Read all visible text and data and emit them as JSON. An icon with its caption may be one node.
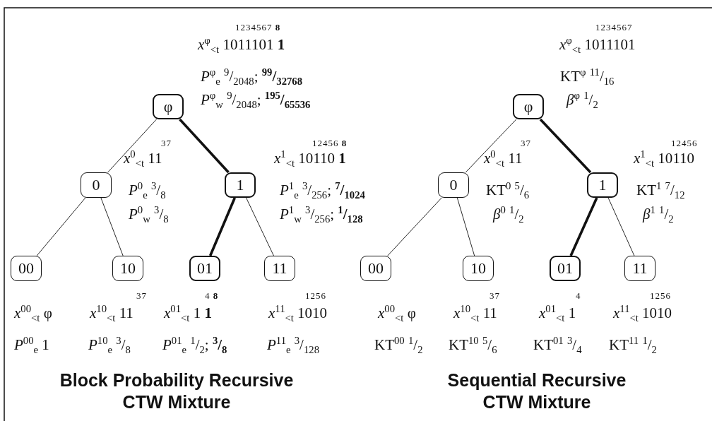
{
  "diagram": {
    "nodes": [
      {
        "text": [
          "φ"
        ],
        "beside": [
          "1234567 **8**",
          "*x*$^{φ}$$_{<t}$ 1011101 **1**",
          "*P*$^{φ}$$_{e}$ $^{9}$/$_{2048}$; **$^{99}$/$_{32768}$**",
          "*P*$^{φ}$$_{w}$ $^{9}$/$_{2048}$; **$^{195}$/$_{65536}$**"
        ]
      },
      {
        "text": [
          "0"
        ],
        "beside": [
          "37",
          "*x*$^{0}$$_{<t}$ 11",
          "*P*$^{0}$$_{e}$ $^{3}$/$_{8}$",
          "*P*$^{0}$$_{w}$ $^{3}$/$_{8}$"
        ]
      },
      {
        "text": [
          "1"
        ],
        "beside": [
          "12456 **8**",
          "*x*$^{1}$$_{<t}$ 10110 **1**",
          "*P*$^{1}$$_{e}$ $^{3}$/$_{256}$; **$^{7}$/$_{1024}$**",
          "*P*$^{1}$$_{w}$ $^{3}$/$_{256}$; **$^{1}$/$_{128}$**"
        ]
      },
      {
        "text": [
          "00"
        ],
        "beside": [
          "*x*$^{00}$$_{<t}$ φ",
          "*P*$^{00}$$_{e}$ 1"
        ]
      },
      {
        "text": [
          "10"
        ],
        "beside": [
          "37",
          "*x*$^{10}$$_{<t}$ 11",
          "*P*$^{10}$$_{e}$ $^{3}$/$_{8}$"
        ]
      },
      {
        "text": [
          "01"
        ],
        "beside": [
          "4 **8**",
          "*x*$^{01}$$_{<t}$ 1 **1**",
          "*P*$^{01}$$_{e}$ $^{1}$/$_{2}$; **$^{3}$/$_{8}$**"
        ]
      },
      {
        "text": [
          "11"
        ],
        "beside": [
          "1256",
          "*x*$^{11}$$_{<t}$ 1010",
          "*P*$^{11}$$_{e}$ $^{3}$/$_{128}$"
        ]
      },
      {
        "text": [
          "φ"
        ],
        "beside": [
          "1234567",
          "*x*$^{φ}$$_{<t}$ 1011101",
          "KT$^{φ}$ $^{11}$/$_{16}$",
          "*β*$^{φ}$ $^{1}$/$_{2}$"
        ]
      },
      {
        "text": [
          "0"
        ],
        "beside": [
          "37",
          "*x*$^{0}$$_{<t}$ 11",
          "KT$^{0}$ $^{5}$/$_{6}$",
          "*β*$^{0}$ $^{1}$/$_{2}$"
        ]
      },
      {
        "text": [
          "1"
        ],
        "beside": [
          "12456",
          "*x*$^{1}$$_{<t}$ 10110",
          "KT$^{1}$ $^{7}$/$_{12}$",
          "*β*$^{1}$ $^{1}$/$_{2}$"
        ]
      },
      {
        "text": [
          "00"
        ],
        "beside": [
          "*x*$^{00}$$_{<t}$ φ",
          "KT$^{00}$ $^{1}$/$_{2}$"
        ]
      },
      {
        "text": [
          "10"
        ],
        "beside": [
          "37",
          "*x*$^{10}$$_{<t}$ 11",
          "KT$^{10}$ $^{5}$/$_{6}$"
        ]
      },
      {
        "text": [
          "01"
        ],
        "beside": [
          "4",
          "*x*$^{01}$$_{<t}$ 1",
          "KT$^{01}$ $^{3}$/$_{4}$"
        ]
      },
      {
        "text": [
          "11"
        ],
        "beside": [
          "1256",
          "*x*$^{11}$$_{<t}$ 1010",
          "KT$^{11}$ $^{1}$/$_{2}$"
        ]
      }
    ],
    "edges": [
      {
        "from": 0,
        "to": 1,
        "arrow": "none"
      },
      {
        "from": 0,
        "to": 2,
        "arrow": "none",
        "style": "thick"
      },
      {
        "from": 1,
        "to": 3,
        "arrow": "none"
      },
      {
        "from": 1,
        "to": 4,
        "arrow": "none"
      },
      {
        "from": 2,
        "to": 5,
        "arrow": "none",
        "style": "thick"
      },
      {
        "from": 2,
        "to": 6,
        "arrow": "none"
      },
      {
        "from": 7,
        "to": 8,
        "arrow": "none"
      },
      {
        "from": 7,
        "to": 9,
        "arrow": "none",
        "style": "thick"
      },
      {
        "from": 8,
        "to": 10,
        "arrow": "none"
      },
      {
        "from": 8,
        "to": 11,
        "arrow": "none"
      },
      {
        "from": 9,
        "to": 12,
        "arrow": "none",
        "style": "thick"
      },
      {
        "from": 9,
        "to": 13,
        "arrow": "none"
      }
    ],
    "labels": [
      "Block Probability Recursive CTW Mixture",
      "Sequential Recursive CTW Mixture"
    ]
  }
}
